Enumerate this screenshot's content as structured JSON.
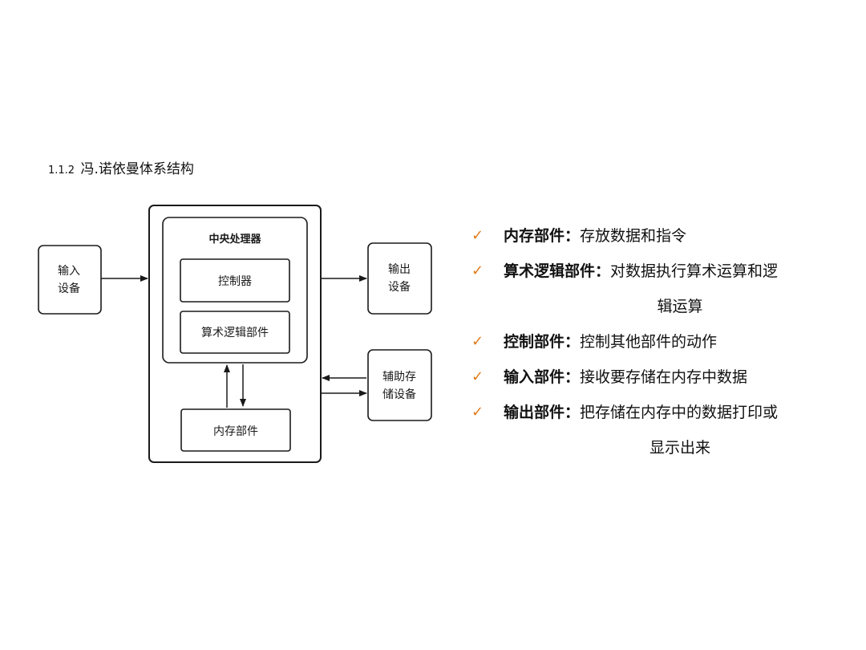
{
  "title": {
    "number": "1.1.2",
    "text": "冯.诺依曼体系结构"
  },
  "diagram": {
    "cpu_label": "中央处理器",
    "controller_label": "控制器",
    "alu_label": "算术逻辑部件",
    "memory_label": "内存部件",
    "input_device": {
      "line1": "输入",
      "line2": "设备"
    },
    "output_device": {
      "line1": "输出",
      "line2": "设备"
    },
    "aux_storage": {
      "line1": "辅助存",
      "line2": "储设备"
    }
  },
  "bullets": [
    {
      "term": "内存部件：",
      "desc": "存放数据和指令",
      "cont": ""
    },
    {
      "term": "算术逻辑部件：",
      "desc": "对数据执行算术运算和逻",
      "cont": "辑运算"
    },
    {
      "term": "控制部件：",
      "desc": "控制其他部件的动作",
      "cont": ""
    },
    {
      "term": "输入部件：",
      "desc": "接收要存储在内存中数据",
      "cont": ""
    },
    {
      "term": "输出部件：",
      "desc": "把存储在内存中的数据打印或",
      "cont": "显示出来"
    }
  ],
  "colors": {
    "check": "#E07B1A",
    "stroke": "#1a1a1a"
  }
}
